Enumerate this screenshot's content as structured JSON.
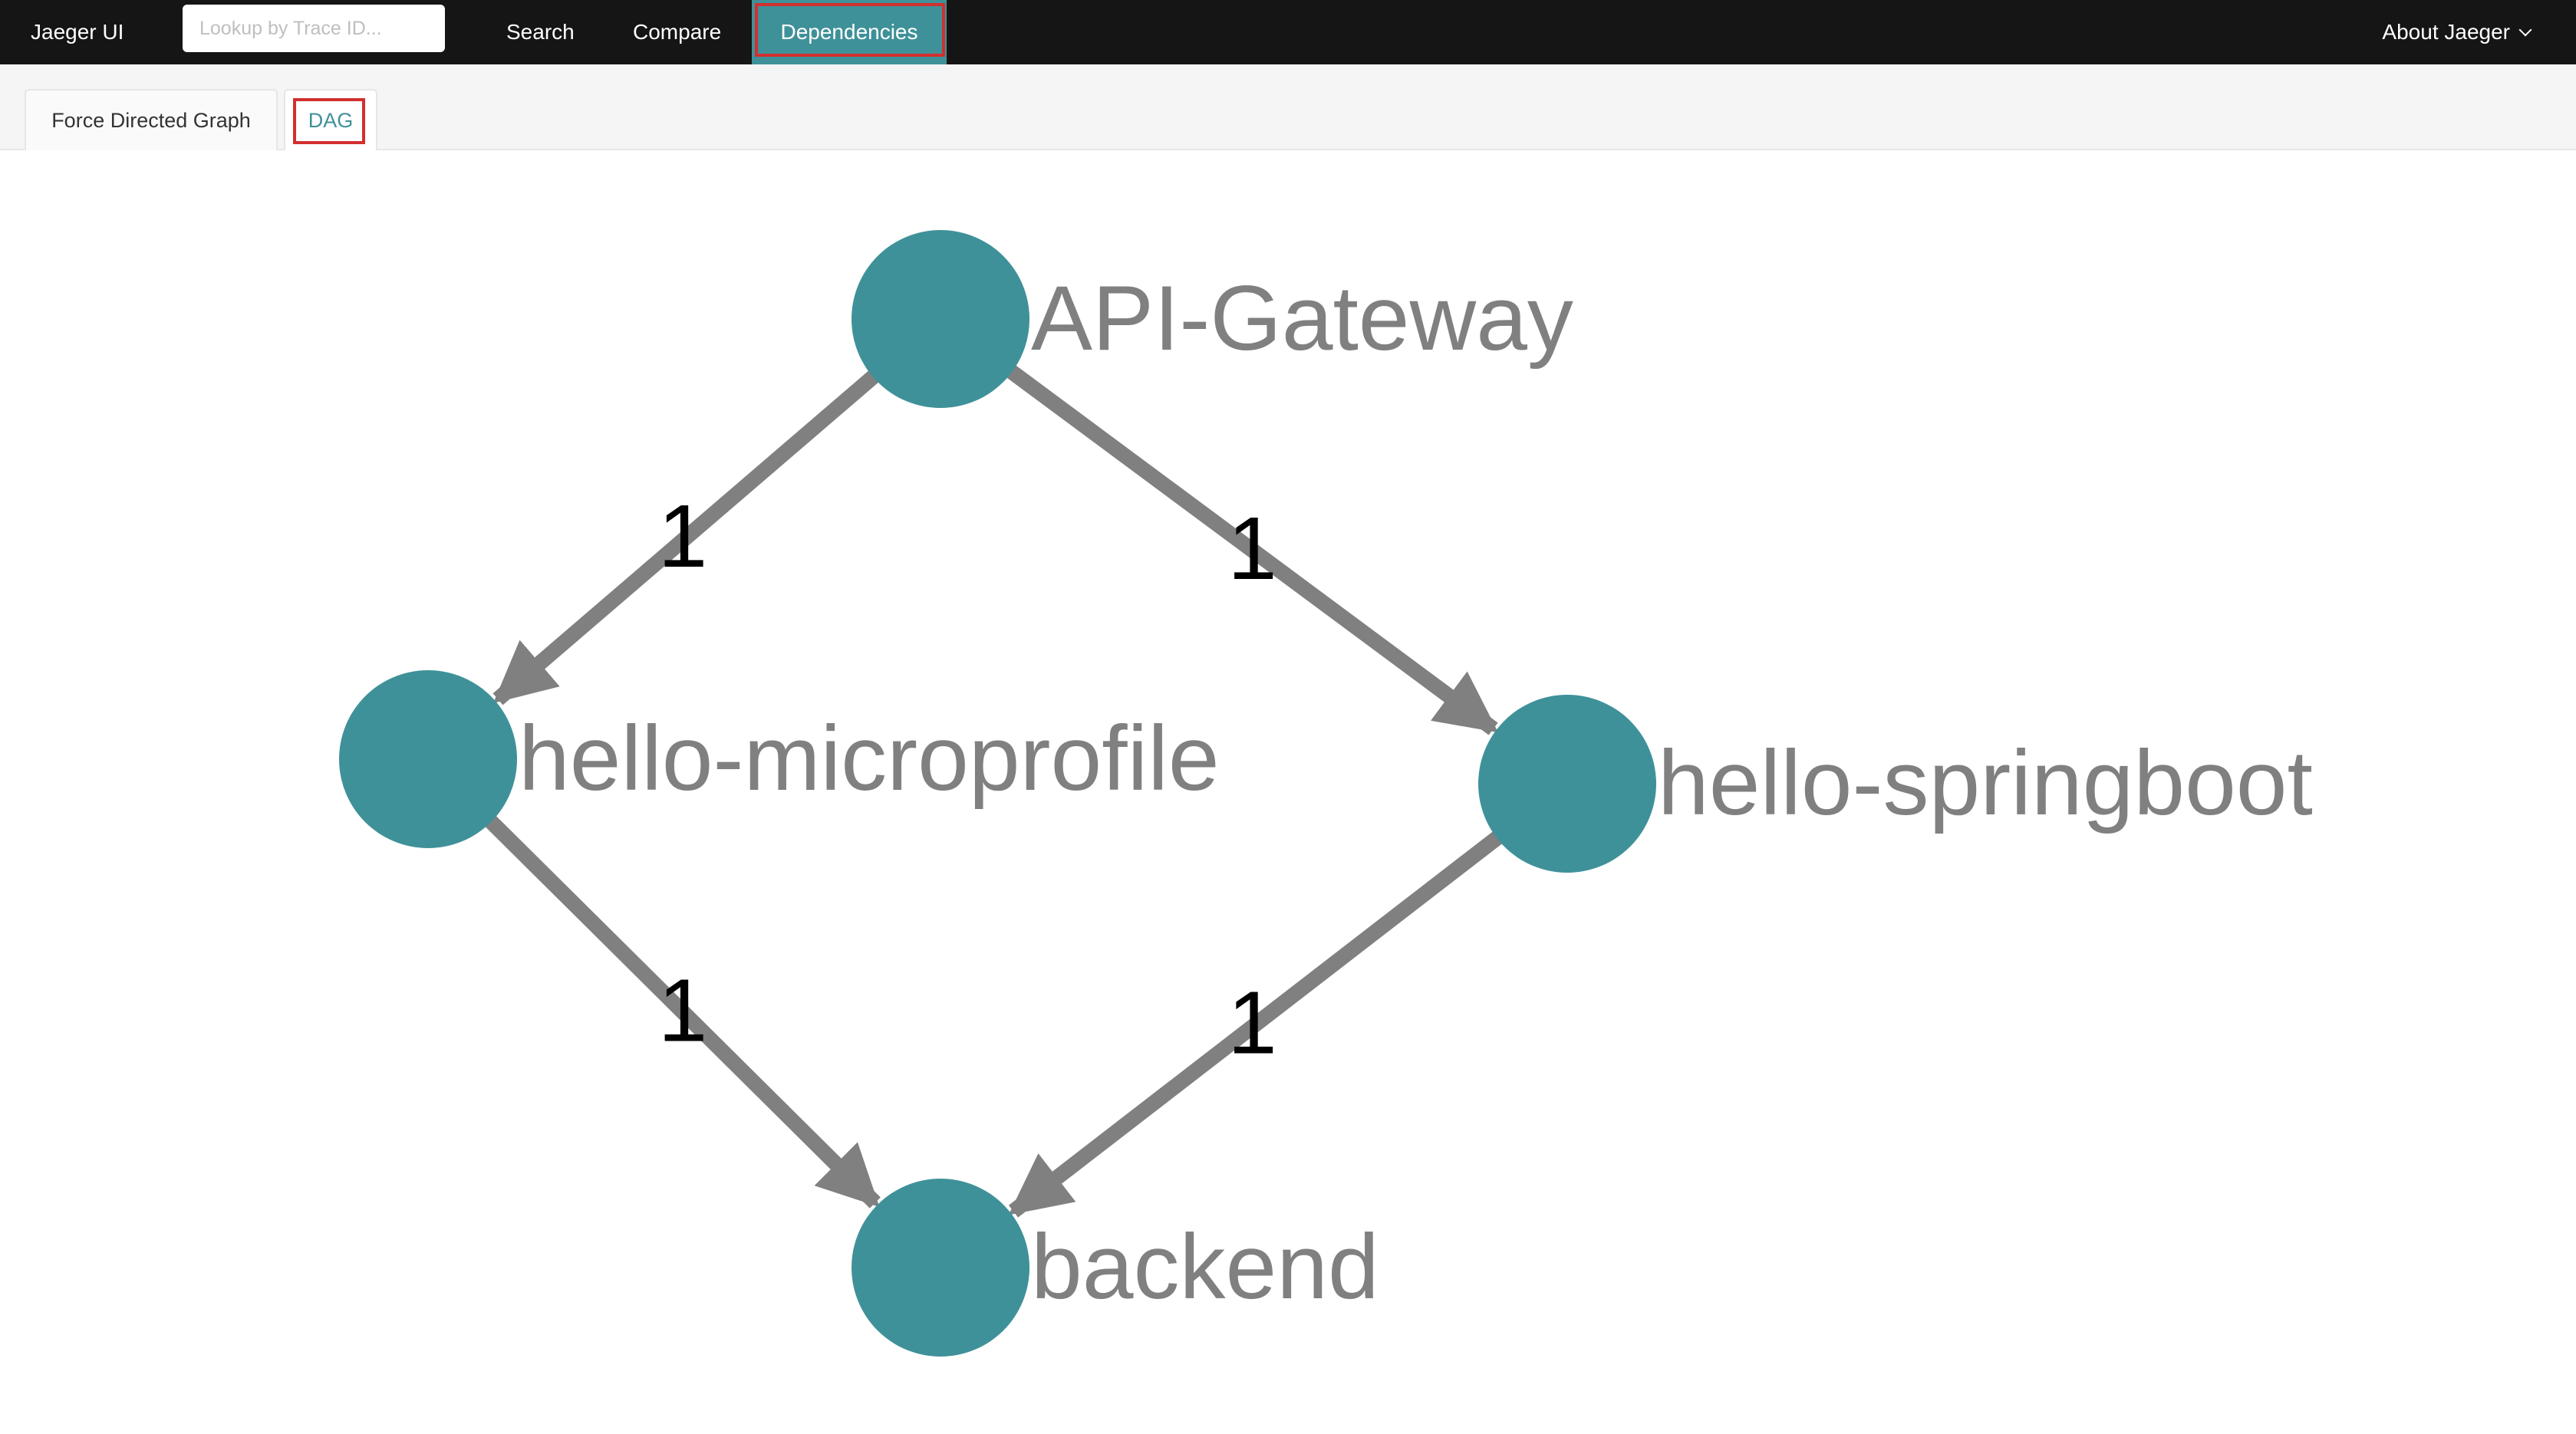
{
  "app": {
    "brand": "Jaeger UI"
  },
  "topbar": {
    "search_placeholder": "Lookup by Trace ID...",
    "nav": {
      "search": "Search",
      "compare": "Compare",
      "dependencies": "Dependencies"
    },
    "about": "About Jaeger"
  },
  "tabs": {
    "force_directed": "Force Directed Graph",
    "dag": "DAG"
  },
  "colors": {
    "accent": "#3f9199",
    "topbar": "#151515",
    "highlight": "#d32f2f",
    "edge": "#808080",
    "node_label": "#808080"
  },
  "graph": {
    "nodes": [
      {
        "id": "api",
        "label": "API-Gateway"
      },
      {
        "id": "micro",
        "label": "hello-microprofile"
      },
      {
        "id": "spring",
        "label": "hello-springboot"
      },
      {
        "id": "backend",
        "label": "backend"
      }
    ],
    "edges": [
      {
        "from": "api",
        "to": "micro",
        "label": "1"
      },
      {
        "from": "api",
        "to": "spring",
        "label": "1"
      },
      {
        "from": "micro",
        "to": "backend",
        "label": "1"
      },
      {
        "from": "spring",
        "to": "backend",
        "label": "1"
      }
    ]
  }
}
